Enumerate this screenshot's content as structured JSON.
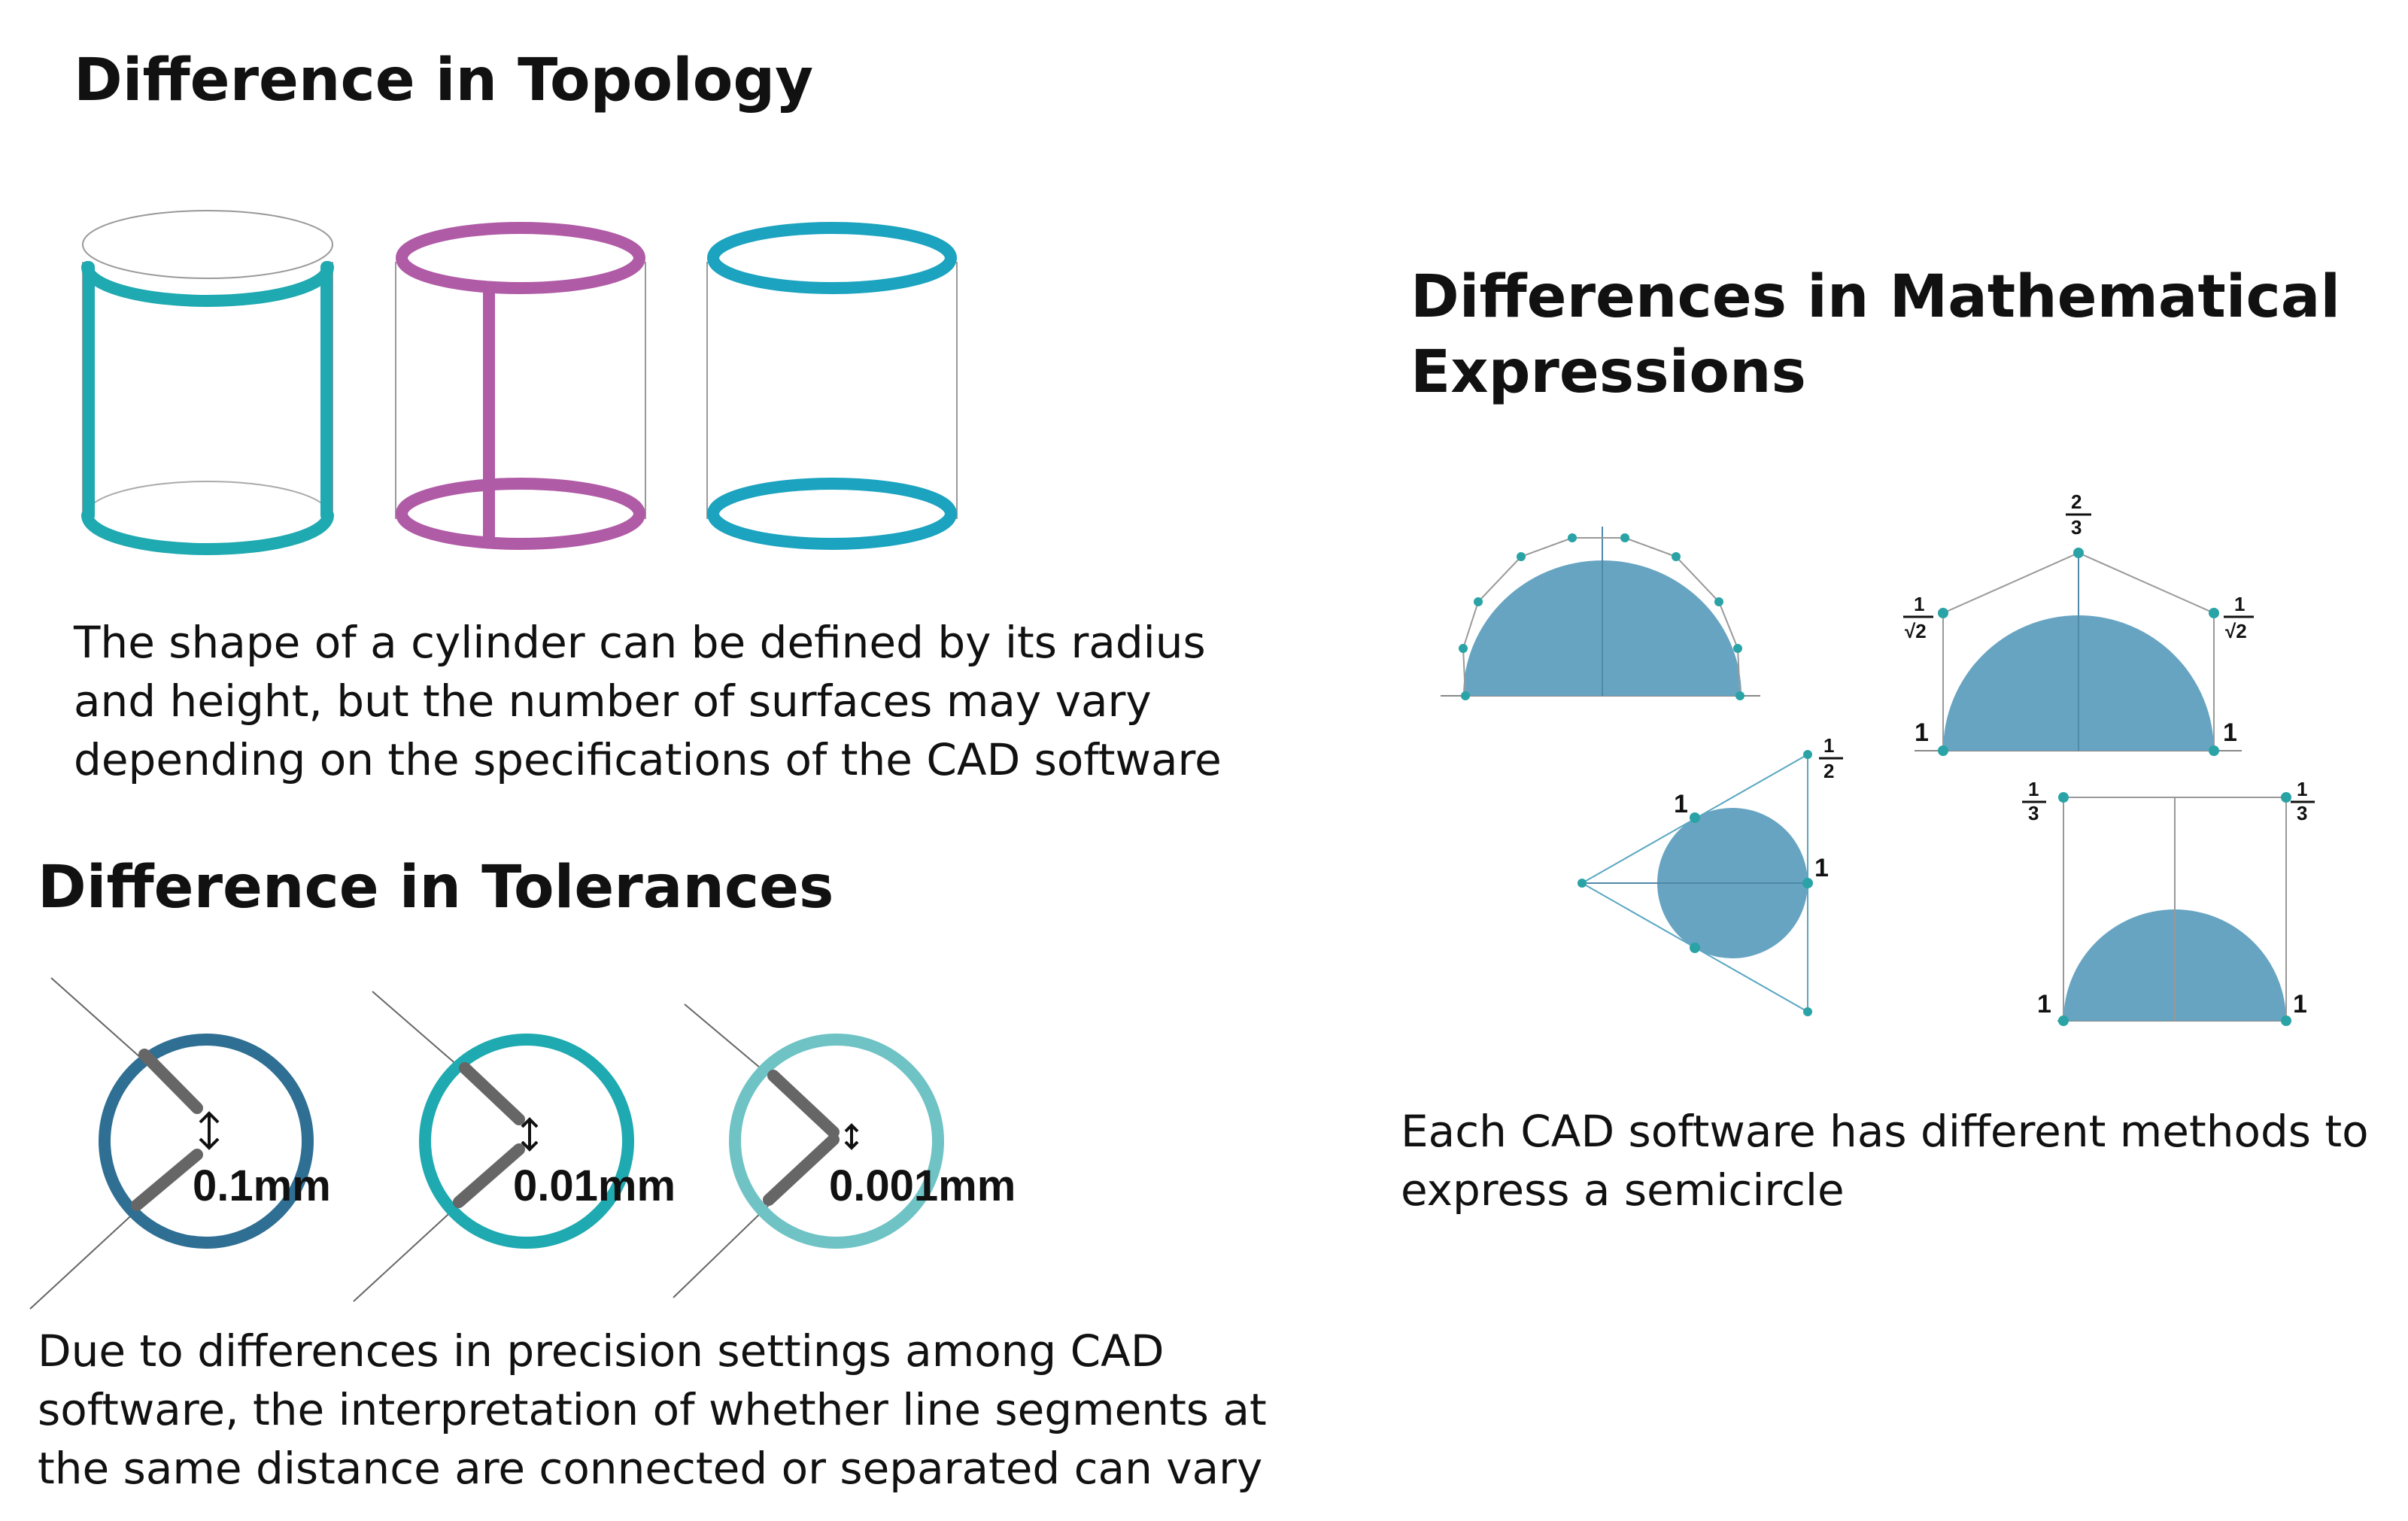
{
  "topology": {
    "title": "Difference in Topology",
    "caption_lines": [
      "The shape of a cylinder can be defined by its radius",
      "and height, but the number of surfaces may vary",
      "depending on the specifications of the CAD software"
    ],
    "colors": {
      "teal": "#1fa9b0",
      "magenta": "#b05ba6",
      "cyan": "#1ba3bf"
    }
  },
  "tolerances": {
    "title": "Difference in Tolerances",
    "labels": [
      "0.1mm",
      "0.01mm",
      "0.001mm"
    ],
    "caption_lines": [
      "Due to differences in precision settings among CAD",
      "software, the interpretation of whether line segments at",
      "the same distance are connected or separated can vary"
    ],
    "colors": {
      "ring1": "#2f6f93",
      "ring2": "#1eaab0",
      "ring3": "#6fc3c5",
      "segment": "#666666"
    }
  },
  "math": {
    "title_lines": [
      "Differences in Mathematical",
      "Expressions"
    ],
    "weights": {
      "one": "1",
      "two": "2",
      "three": "3",
      "sqrt2": "√2"
    },
    "caption_lines": [
      "Each CAD software has different methods to",
      "express a semicircle"
    ],
    "colors": {
      "fill": "#67a4c2",
      "control": "#2aa3a7"
    }
  }
}
